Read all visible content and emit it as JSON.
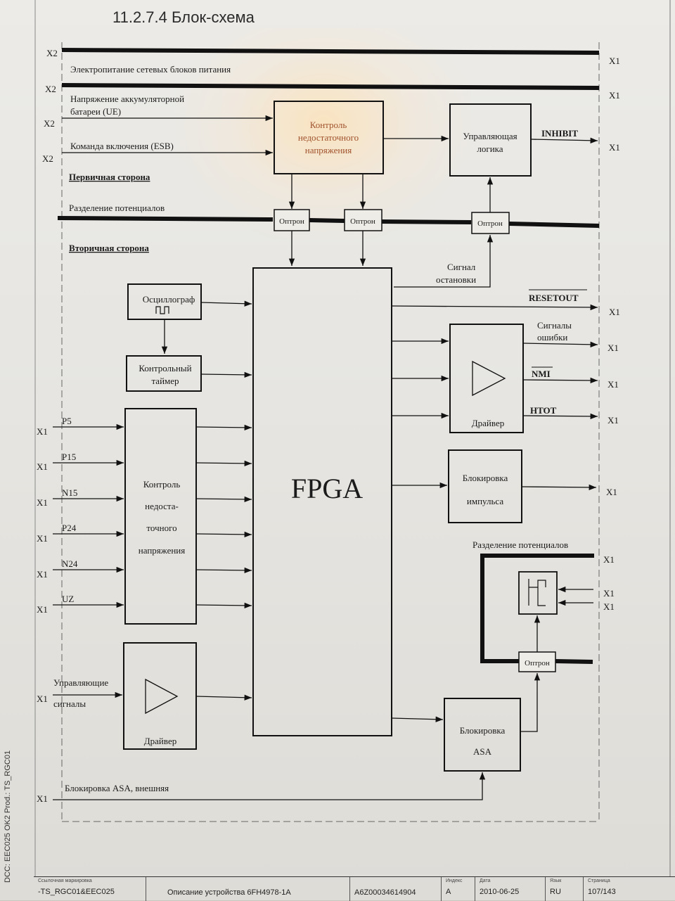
{
  "heading": "11.2.7.4    Блок-схема",
  "connectors": {
    "x1": "X1",
    "x2": "X2"
  },
  "top_lines": {
    "power": "Электропитание сетевых блоков питания",
    "battery_1": "Напряжение аккумуляторной",
    "battery_2": "батареи (UE)",
    "esb": "Команда включения (ESB)",
    "primary": "Первичная сторона",
    "separation": "Разделение потенциалов",
    "secondary": "Вторичная сторона"
  },
  "blocks": {
    "undervoltage_top": [
      "Контроль",
      "недостаточного",
      "напряжения"
    ],
    "control_logic": [
      "Управляющая",
      "логика"
    ],
    "optocoupler": "Оптрон",
    "fpga": "FPGA",
    "oscillator": "Осциллограф",
    "timer": [
      "Контрольный",
      "таймер"
    ],
    "undervoltage_left": [
      "Контроль",
      "недоста-",
      "точного",
      "напряжения"
    ],
    "driver_label": "Драйвер",
    "pulse_block": [
      "Блокировка",
      "импульса"
    ],
    "asa_block": [
      "Блокировка",
      "ASA"
    ]
  },
  "signals": {
    "inhibit": "INHIBIT",
    "stop": [
      "Сигнал",
      "остановки"
    ],
    "resetout": "RESETOUT",
    "errors": [
      "Сигналы",
      "ошибки"
    ],
    "nmi": "NMI",
    "htot": "HTOT",
    "separation_right": "Разделение потенциалов",
    "control_signals": [
      "Управляющие",
      "сигналы"
    ],
    "asa_external": "Блокировка ASA, внешняя"
  },
  "inputs": [
    "P5",
    "P15",
    "N15",
    "P24",
    "N24",
    "UZ"
  ],
  "side_text": "DCC: EEC025 OK2 Prod.: TS_RGC01",
  "footer": {
    "ref_caption": "Ссылочная маркировка",
    "ref_value": "-TS_RGC01&EEC025",
    "title": "Описание устройства 6FH4978-1A",
    "doc_number": "A6Z00034614904",
    "index_caption": "Индекс",
    "index_value": "A",
    "date_caption": "Дата",
    "date_value": "2010-06-25",
    "lang_caption": "Язык",
    "lang_value": "RU",
    "page_caption": "Страница",
    "page_value": "107/143"
  }
}
